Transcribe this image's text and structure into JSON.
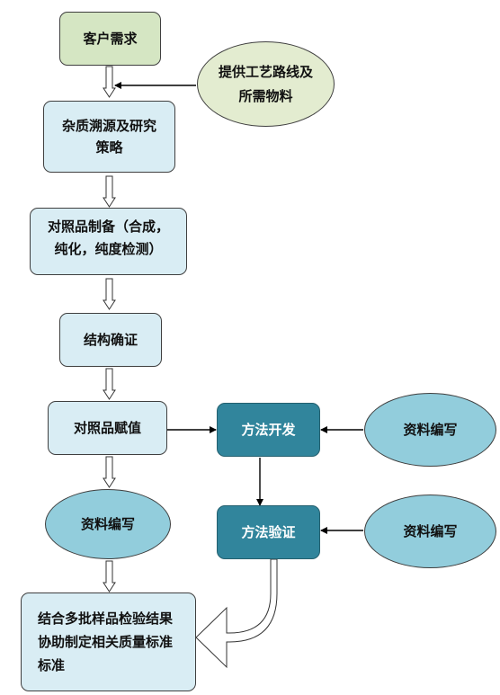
{
  "nodes": {
    "customer_demand": "客户需求",
    "process_info": "提供工艺路线及所需物料",
    "impurity_trace": "杂质溯源及研究策略",
    "reference_prep": "对照品制备（合成，纯化，纯度检测）",
    "structure_confirm": "结构确证",
    "reference_assign": "对照品赋值",
    "method_dev": "方法开发",
    "method_valid": "方法验证",
    "doc_write_left": "资料编写",
    "doc_write_right_top": "资料编写",
    "doc_write_right_bottom": "资料编写",
    "final_standard": "结合多批样品检验结果协助制定相关质量标准标准"
  }
}
